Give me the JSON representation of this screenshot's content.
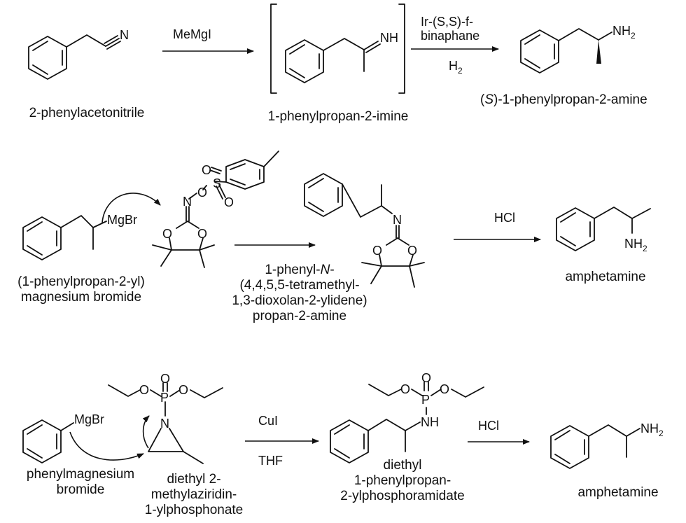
{
  "scheme": {
    "row1": {
      "reactant": "2-phenylacetonitrile",
      "reagent1": "MeMgI",
      "intermediate": "1-phenylpropan-2-imine",
      "reagent2_line1": "Ir-(S,S)-f-",
      "reagent2_line2": "binaphane",
      "reagent2_line3": "H",
      "reagent2_line3_sub": "2",
      "product_prefix": "(",
      "product_stereo": "S",
      "product_suffix": ")-1-phenylpropan-2-amine"
    },
    "row2": {
      "reactant_line1": "(1-phenylpropan-2-yl)",
      "reactant_line2": "magnesium bromide",
      "intermediate_line1_pre": "1-phenyl-",
      "intermediate_line1_it": "N",
      "intermediate_line1_post": "-",
      "intermediate_line2": "(4,4,5,5-tetramethyl-",
      "intermediate_line3": "1,3-dioxolan-2-ylidene)",
      "intermediate_line4": "propan-2-amine",
      "reagent": "HCl",
      "product": "amphetamine"
    },
    "row3": {
      "reactant_line1": "phenylmagnesium",
      "reactant_line2": "bromide",
      "electrophile_line1": "diethyl 2-",
      "electrophile_line2": "methylaziridin-",
      "electrophile_line3": "1-ylphosphonate",
      "reagent1_top": "CuI",
      "reagent1_bottom": "THF",
      "intermediate_line1": "diethyl",
      "intermediate_line2": "1-phenylpropan-",
      "intermediate_line3": "2-ylphosphoramidate",
      "reagent2": "HCl",
      "product": "amphetamine"
    }
  },
  "atoms": {
    "N": "N",
    "NH": "NH",
    "NH2": "NH",
    "sub2": "2",
    "MgBr": "MgBr",
    "O": "O",
    "S": "S",
    "P": "P"
  }
}
